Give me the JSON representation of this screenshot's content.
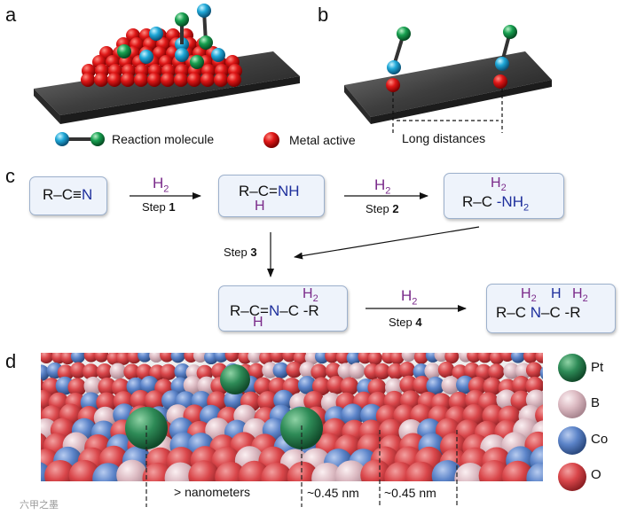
{
  "panels": {
    "a": "a",
    "b": "b",
    "c": "c",
    "d": "d"
  },
  "legend_ab": {
    "reaction_molecule": "Reaction molecule",
    "metal_active": "Metal active",
    "long_distances": "Long distances"
  },
  "scheme": {
    "h2": "H",
    "h2_sub": "2",
    "r": "R",
    "dash": "–",
    "c": "C",
    "triple": "≡",
    "n": "N",
    "double": "=",
    "nh": "NH",
    "h": "H",
    "nh2": "-NH",
    "two": "2",
    "minus_r": "-R",
    "steps": [
      {
        "label": "Step ",
        "num": "1"
      },
      {
        "label": "Step ",
        "num": "2"
      },
      {
        "label": "Step ",
        "num": "3"
      },
      {
        "label": "Step ",
        "num": "4"
      }
    ]
  },
  "legend_d": {
    "items": [
      {
        "label": "Pt",
        "color": "#2e8b57"
      },
      {
        "label": "B",
        "color": "#d9b8c0"
      },
      {
        "label": "Co",
        "color": "#5b83c8"
      },
      {
        "label": "O",
        "color": "#d9464a"
      }
    ]
  },
  "measurements": {
    "m1": "> nanometers",
    "m2": "~0.45 nm",
    "m3": "~0.45 nm"
  },
  "watermark": "六甲之墨"
}
